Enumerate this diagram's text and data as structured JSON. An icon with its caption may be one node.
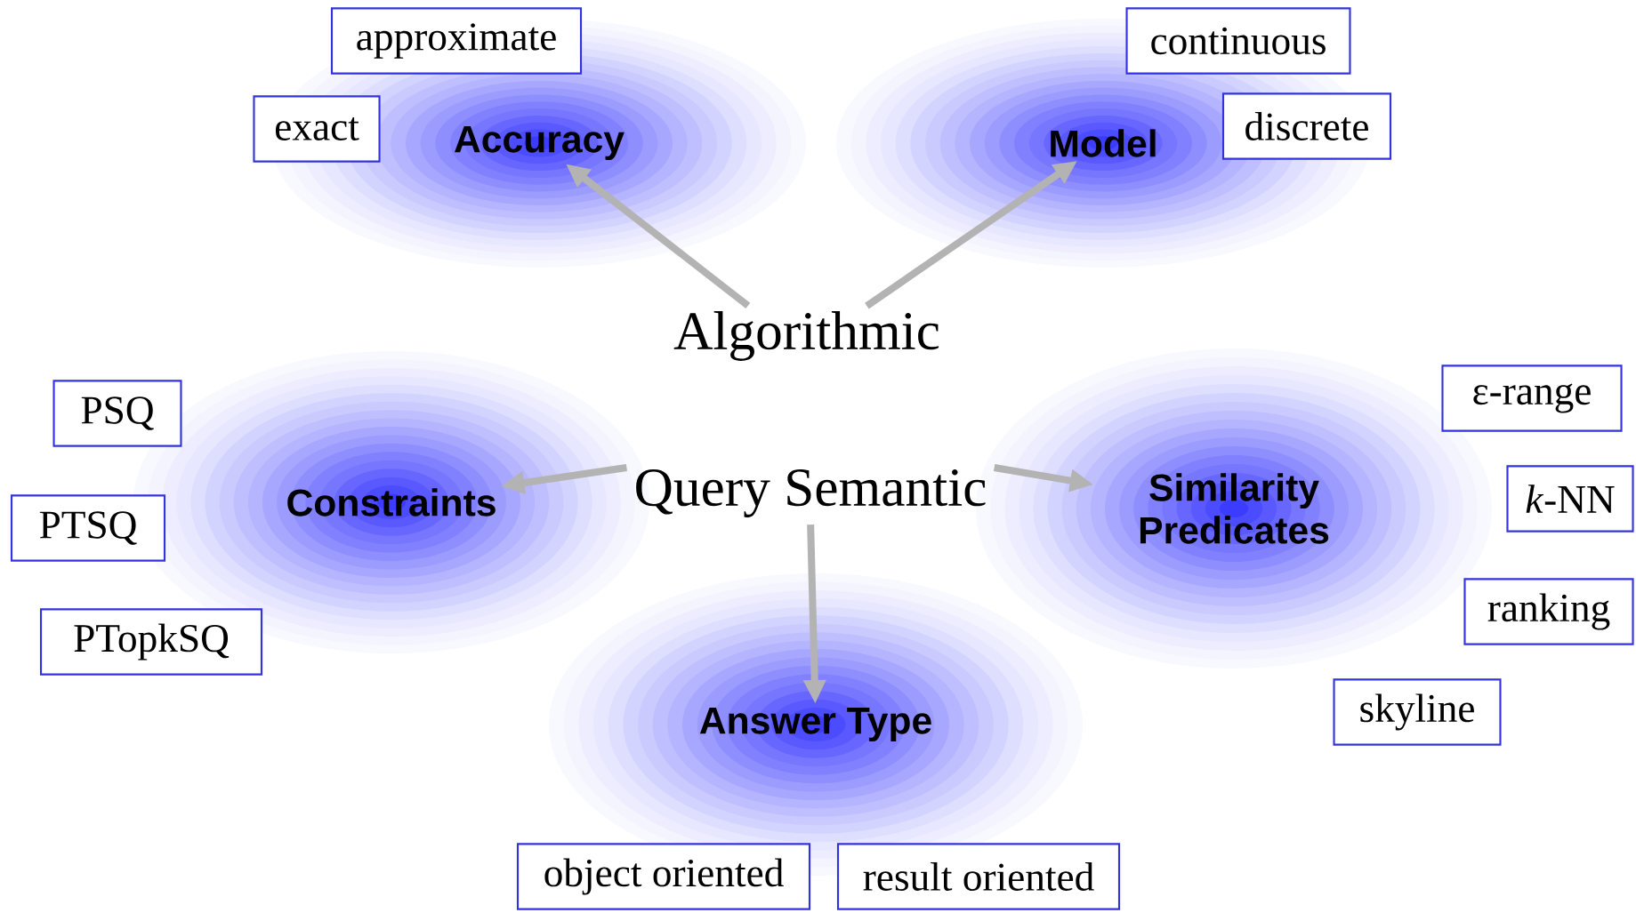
{
  "diagram": {
    "nodes": [
      {
        "text": [
          "approximate"
        ]
      },
      {
        "text": [
          "continuous"
        ]
      },
      {
        "text": [
          "exact"
        ]
      },
      {
        "text": [
          "Accuracy"
        ]
      },
      {
        "text": [
          "Model"
        ]
      },
      {
        "text": [
          "discrete"
        ]
      },
      {
        "text": [
          "ε-range"
        ]
      },
      {
        "text": [
          "PSQ"
        ]
      },
      {
        "text": [
          "Similarity Predicates"
        ]
      },
      {
        "text": [
          "*k*-NN"
        ]
      },
      {
        "text": [
          "Constraints"
        ]
      },
      {
        "text": [
          "PTSQ"
        ]
      },
      {
        "text": [
          "ranking"
        ]
      },
      {
        "text": [
          "PTopkSQ"
        ]
      },
      {
        "text": [
          "skyline"
        ]
      },
      {
        "text": [
          "Answer Type"
        ]
      },
      {
        "text": [
          "object oriented"
        ]
      },
      {
        "text": [
          "result oriented"
        ]
      },
      {
        "text": [
          "Algorithmic"
        ]
      },
      {
        "text": [
          "Query Semantic"
        ]
      }
    ],
    "edges": [
      {
        "from": 18,
        "to": 3,
        "arrow": "to"
      },
      {
        "from": 18,
        "to": 4,
        "arrow": "to"
      },
      {
        "from": 19,
        "to": 10,
        "arrow": "to"
      },
      {
        "from": 19,
        "to": 8,
        "arrow": "to"
      },
      {
        "from": 19,
        "to": 15,
        "arrow": "to"
      }
    ]
  }
}
